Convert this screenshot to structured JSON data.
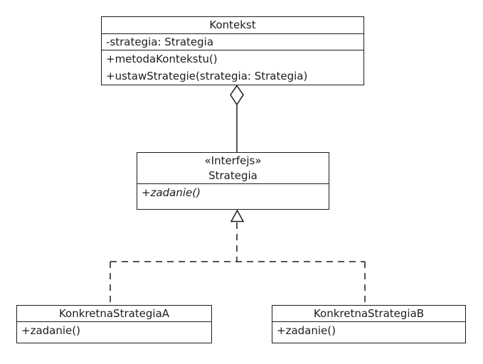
{
  "diagram": {
    "type": "uml-class-diagram",
    "colors": {
      "line": "#1c1c1c",
      "background": "#ffffff",
      "box_fill": "#ffffff"
    },
    "classes": {
      "kontekst": {
        "name": "Kontekst",
        "attributes": [
          "-strategia: Strategia"
        ],
        "methods": [
          "+metodaKontekstu()",
          "+ustawStrategie(strategia: Strategia)"
        ]
      },
      "strategia": {
        "stereotype": "«Interfejs»",
        "name": "Strategia",
        "methods": [
          "+zadanie()"
        ]
      },
      "konkretnaA": {
        "name": "KonkretnaStrategiaA",
        "methods": [
          "+zadanie()"
        ]
      },
      "konkretnaB": {
        "name": "KonkretnaStrategiaB",
        "methods": [
          "+zadanie()"
        ]
      }
    },
    "relations": [
      {
        "type": "aggregation",
        "whole": "Kontekst",
        "part": "Strategia",
        "marker": "hollow-diamond-icon",
        "line": "solid"
      },
      {
        "type": "realization",
        "from": "KonkretnaStrategiaA",
        "to": "Strategia",
        "marker": "hollow-triangle-icon",
        "line": "dashed"
      },
      {
        "type": "realization",
        "from": "KonkretnaStrategiaB",
        "to": "Strategia",
        "marker": "hollow-triangle-icon",
        "line": "dashed"
      }
    ]
  }
}
